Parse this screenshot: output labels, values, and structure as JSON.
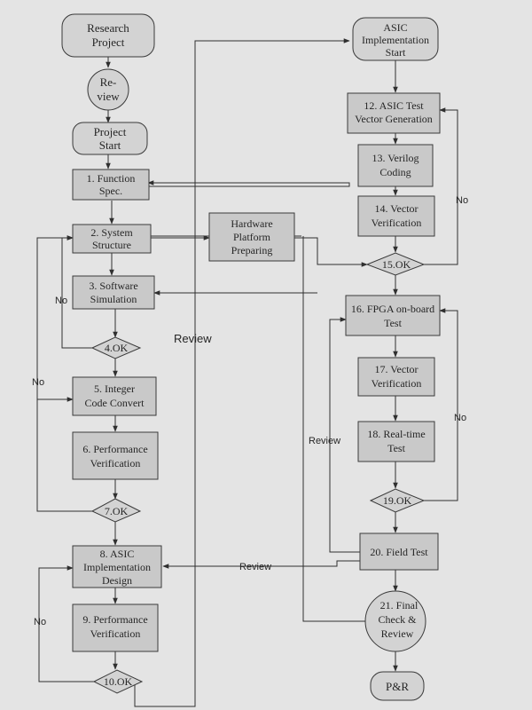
{
  "nodes": {
    "research": {
      "lines": [
        "Research",
        "Project"
      ]
    },
    "review": {
      "lines": [
        "Re-",
        "view"
      ]
    },
    "start": {
      "lines": [
        "Project",
        "Start"
      ]
    },
    "n1": {
      "lines": [
        "1. Function",
        "Spec."
      ]
    },
    "n2": {
      "lines": [
        "2. System",
        "Structure"
      ]
    },
    "hw": {
      "lines": [
        "Hardware",
        "Platform",
        "Preparing"
      ]
    },
    "n3": {
      "lines": [
        "3. Software",
        "Simulation"
      ]
    },
    "d4": {
      "lines": [
        "4.OK"
      ]
    },
    "n5": {
      "lines": [
        "5. Integer",
        "Code  Convert"
      ]
    },
    "n6": {
      "lines": [
        "6. Performance",
        "Verification"
      ]
    },
    "d7": {
      "lines": [
        "7.OK"
      ]
    },
    "n8": {
      "lines": [
        "8. ASIC",
        "Implementation",
        "Design"
      ]
    },
    "n9": {
      "lines": [
        "9. Performance",
        "Verification"
      ]
    },
    "d10": {
      "lines": [
        "10.OK"
      ]
    },
    "asic_start": {
      "lines": [
        "ASIC",
        "Implementation",
        "Start"
      ]
    },
    "n12": {
      "lines": [
        "12. ASIC Test",
        "Vector Generation"
      ]
    },
    "n13": {
      "lines": [
        "13. Verilog",
        "Coding"
      ]
    },
    "n14": {
      "lines": [
        "14. Vector",
        "Verification"
      ]
    },
    "d15": {
      "lines": [
        "15.OK"
      ]
    },
    "n16": {
      "lines": [
        "16. FPGA on-board",
        "Test"
      ]
    },
    "n17": {
      "lines": [
        "17. Vector",
        "Verification"
      ]
    },
    "n18": {
      "lines": [
        "18. Real-time",
        "Test"
      ]
    },
    "d19": {
      "lines": [
        "19.OK"
      ]
    },
    "n20": {
      "lines": [
        "20. Field Test"
      ]
    },
    "n21": {
      "lines": [
        "21. Final",
        "Check &",
        "Review"
      ]
    },
    "pr": {
      "lines": [
        "P&R"
      ]
    }
  },
  "edge_labels": {
    "no_3_4": "No",
    "no_outer_left": "No",
    "no_lower_left": "No",
    "review_center": "Review",
    "review_20_8": "Review",
    "review_20_16": "Review",
    "no_15_12": "No",
    "no_19_16": "No"
  }
}
